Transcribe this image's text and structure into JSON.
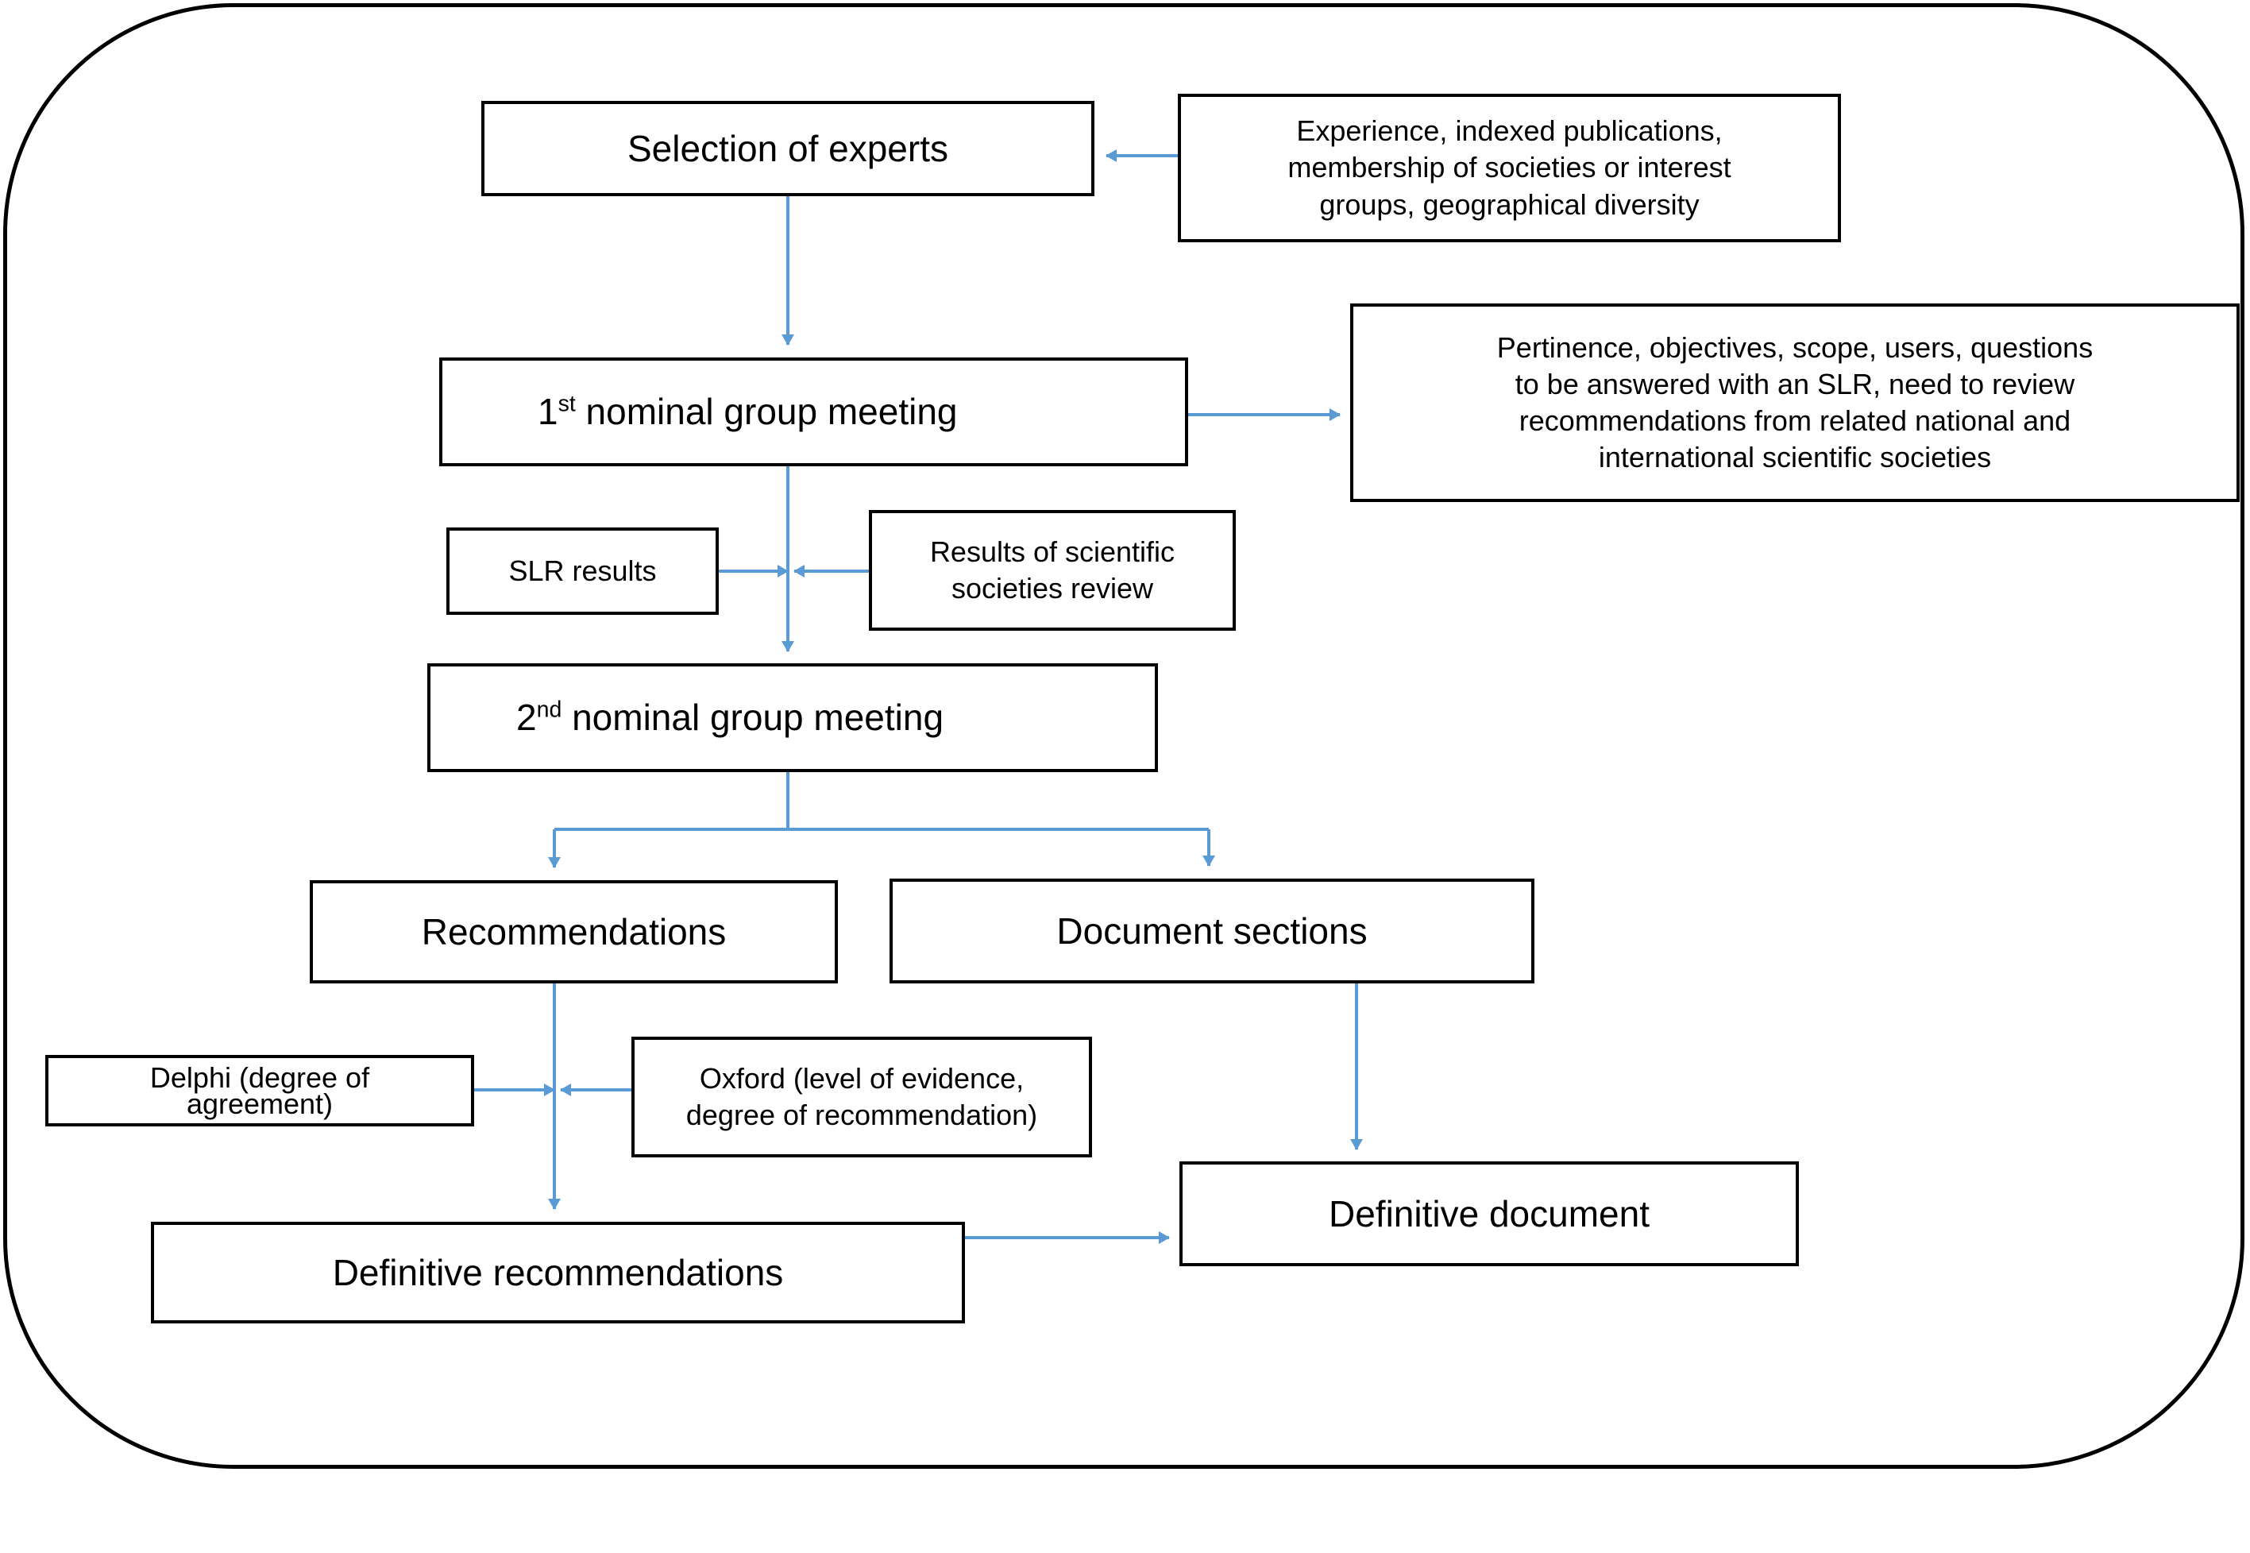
{
  "diagram": {
    "type": "flowchart",
    "title": "Process for development of recommendations and document",
    "accent_color": "#5b9bd5",
    "node_border_color": "#000000",
    "node_fill_color": "#ffffff",
    "frame": {
      "shape": "rounded-rectangle",
      "border_color": "#000000"
    },
    "nodes": [
      {
        "id": "selection",
        "label": "Selection of experts",
        "kind": "process"
      },
      {
        "id": "experience",
        "label": "Experience, indexed publications, membership of societies or interest groups, geographical diversity",
        "kind": "annotation"
      },
      {
        "id": "meeting1",
        "label": "1st nominal group meeting",
        "label_prefix": "1",
        "label_sup": "st",
        "label_rest": " nominal group meeting",
        "kind": "process"
      },
      {
        "id": "pertinence",
        "label": "Pertinence, objectives, scope, users, questions to be answered with an SLR, need to review recommendations from related national and international scientific societies",
        "kind": "annotation"
      },
      {
        "id": "slr",
        "label": "SLR results",
        "kind": "annotation"
      },
      {
        "id": "societies",
        "label": "Results of scientific societies review",
        "kind": "annotation"
      },
      {
        "id": "meeting2",
        "label": "2nd nominal group meeting",
        "label_prefix": "2",
        "label_sup": "nd",
        "label_rest": " nominal group meeting",
        "kind": "process"
      },
      {
        "id": "recommendations",
        "label": "Recommendations",
        "kind": "process"
      },
      {
        "id": "docsections",
        "label": "Document sections",
        "kind": "process"
      },
      {
        "id": "delphi",
        "label": "Delphi (degree of agreement)",
        "kind": "annotation"
      },
      {
        "id": "oxford",
        "label": "Oxford (level of evidence, degree of recommendation)",
        "kind": "annotation"
      },
      {
        "id": "defrecs",
        "label": "Definitive recommendations",
        "kind": "process"
      },
      {
        "id": "defdoc",
        "label": "Definitive document",
        "kind": "process"
      }
    ],
    "edges": [
      {
        "from": "experience",
        "to": "selection",
        "style": "arrow-left"
      },
      {
        "from": "selection",
        "to": "meeting1",
        "style": "arrow-down"
      },
      {
        "from": "meeting1",
        "to": "pertinence",
        "style": "arrow-right"
      },
      {
        "from": "meeting1",
        "to": "meeting2",
        "style": "arrow-down"
      },
      {
        "from": "slr",
        "to": "meeting1-meeting2-link",
        "style": "arrow-right"
      },
      {
        "from": "societies",
        "to": "meeting1-meeting2-link",
        "style": "arrow-left"
      },
      {
        "from": "meeting2",
        "to": "recommendations",
        "style": "split-arrow-down"
      },
      {
        "from": "meeting2",
        "to": "docsections",
        "style": "split-arrow-down"
      },
      {
        "from": "recommendations",
        "to": "defrecs",
        "style": "arrow-down"
      },
      {
        "from": "delphi",
        "to": "recommendations-defrecs-link",
        "style": "arrow-right"
      },
      {
        "from": "oxford",
        "to": "recommendations-defrecs-link",
        "style": "arrow-left"
      },
      {
        "from": "docsections",
        "to": "defdoc",
        "style": "arrow-down"
      },
      {
        "from": "defrecs",
        "to": "defdoc",
        "style": "arrow-right"
      }
    ]
  },
  "labels": {
    "selection": "Selection of experts",
    "experience_line1": "Experience, indexed publications,",
    "experience_line2": "membership of societies or interest",
    "experience_line3": "groups, geographical diversity",
    "meeting1_num": "1",
    "meeting1_sup": "st",
    "meeting1_rest": " nominal group meeting",
    "pertinence_line1": "Pertinence, objectives, scope, users, questions",
    "pertinence_line2": "to be answered with an SLR, need to review",
    "pertinence_line3": "recommendations from related national and",
    "pertinence_line4": "international scientific societies",
    "slr": "SLR results",
    "societies_line1": "Results of scientific",
    "societies_line2": "societies review",
    "meeting2_num": "2",
    "meeting2_sup": "nd",
    "meeting2_rest": " nominal group meeting",
    "recommendations": "Recommendations",
    "docsections": "Document sections",
    "delphi_line1": "Delphi (degree of",
    "delphi_line2": "agreement)",
    "oxford_line1": "Oxford (level of evidence,",
    "oxford_line2": "degree of recommendation)",
    "defrecs": "Definitive recommendations",
    "defdoc": "Definitive document"
  }
}
